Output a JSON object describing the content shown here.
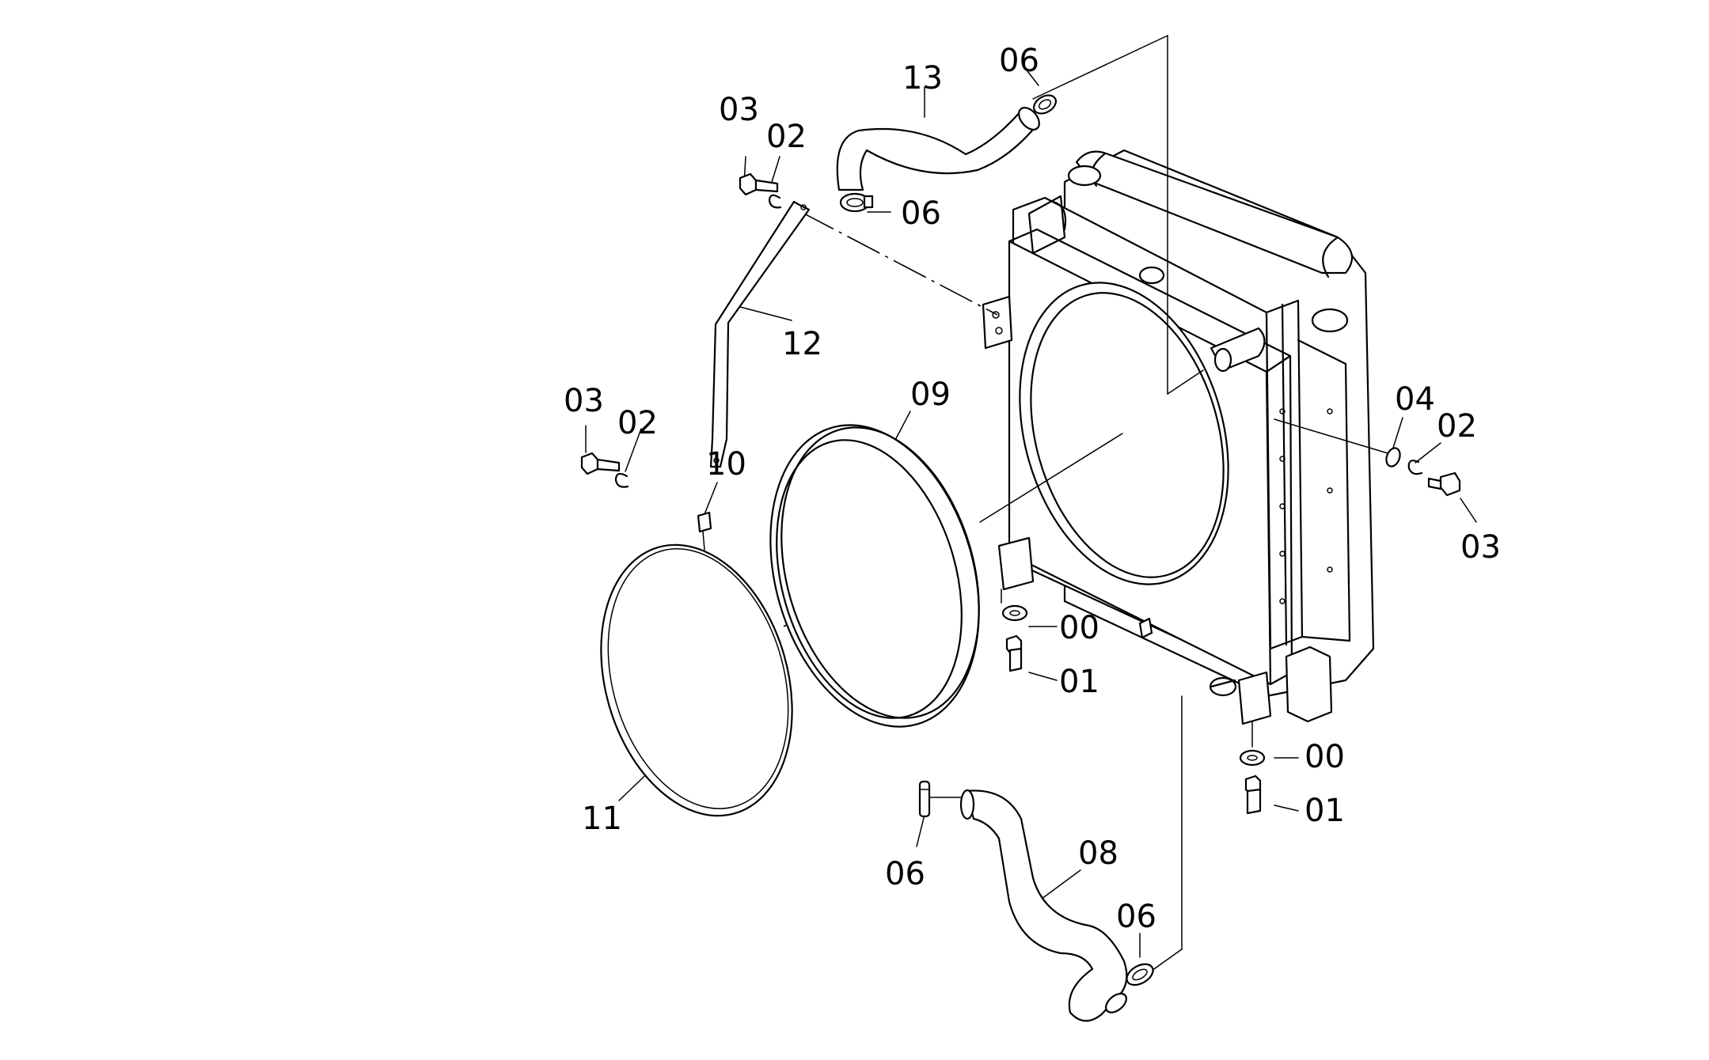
{
  "labels": {
    "p06_top": "06",
    "p13": "13",
    "p03_top": "03",
    "p02_top": "02",
    "p06_hose_end": "06",
    "p12": "12",
    "p09": "09",
    "p03_left": "03",
    "p02_left": "02",
    "p10": "10",
    "p04": "04",
    "p02_right": "02",
    "p03_right": "03",
    "p00_mid": "00",
    "p01_mid": "01",
    "p00_low": "00",
    "p01_low": "01",
    "p11": "11",
    "p06_lower_left": "06",
    "p08": "08",
    "p06_lower_right": "06"
  }
}
